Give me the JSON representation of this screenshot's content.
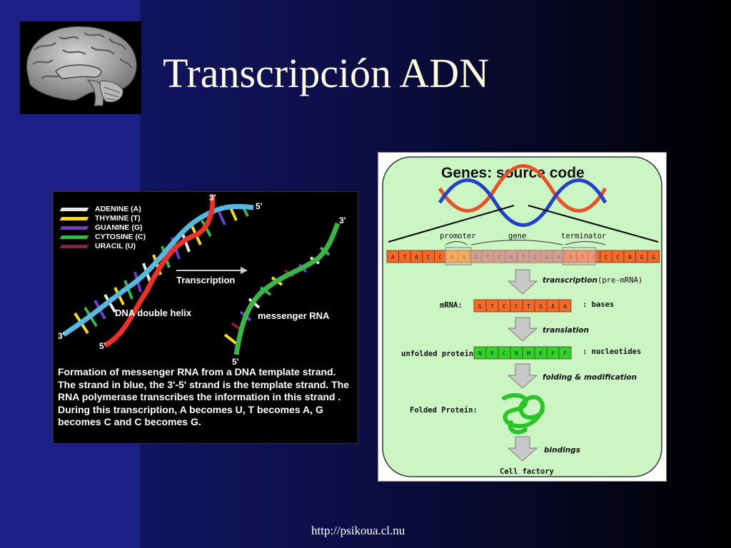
{
  "slide": {
    "title": "Transcripción ADN",
    "footer_url": "http://psikoua.cl.nu"
  },
  "colors": {
    "background_left": "#1b1f86",
    "background_right": "#000000",
    "title_text": "#fffbe0",
    "genes_panel_fill": "#ccf5c4"
  },
  "dna_figure": {
    "legend": [
      {
        "label": "ADENINE (A)",
        "color": "#e8e8e8"
      },
      {
        "label": "THYMINE (T)",
        "color": "#f2d930"
      },
      {
        "label": "GUANINE (G)",
        "color": "#6a3fc2"
      },
      {
        "label": "CYTOSINE (C)",
        "color": "#3bb54a"
      },
      {
        "label": "URACIL (U)",
        "color": "#8b1e3f"
      }
    ],
    "end_labels": {
      "top_left_3": "3'",
      "top_right_5": "5'",
      "bottom_left_3": "3'",
      "bottom_mid_5": "5'",
      "rna_top_3": "3'",
      "rna_bottom_5": "5'"
    },
    "transcription_label": "Transcription",
    "dna_label": "DNA double helix",
    "rna_label": "messenger RNA",
    "caption": "Formation of messenger RNA from a DNA template strand. The strand in blue, the 3'-5' strand is the template strand. The RNA polymerase transcribes the information in this strand . During this transcription, A becomes U, T becomes A, G becomes C and C becomes G."
  },
  "genes_figure": {
    "title": "Genes: source code",
    "labels": {
      "promoter": "promoter",
      "gene": "gene",
      "terminator": "terminator",
      "transcription": "transcription",
      "pre_mrna": "(pre-mRNA)",
      "mrna": "mRNA:",
      "bases": ": bases",
      "translation": "translation",
      "unfolded_protein": "unfolded protein:",
      "nucleotides": ": nucleotides",
      "folding": "folding & modification",
      "folded_protein": "Folded Protein:",
      "bindings": "bindings",
      "cell_factory": "Cell factory"
    },
    "dna_sequence": [
      "A",
      "T",
      "A",
      "C",
      "C",
      "A",
      "A",
      "G",
      "T",
      "C",
      "A",
      "T",
      "G",
      "A",
      "A",
      "A",
      "T",
      "A",
      "C",
      "C",
      "A",
      "G",
      "G"
    ],
    "mrna_sequence": [
      "G",
      "T",
      "C",
      "C",
      "T",
      "G",
      "A",
      "A"
    ],
    "protein_sequence": [
      "N",
      "P",
      "C",
      "N",
      "M",
      "E",
      "F",
      "F"
    ]
  }
}
